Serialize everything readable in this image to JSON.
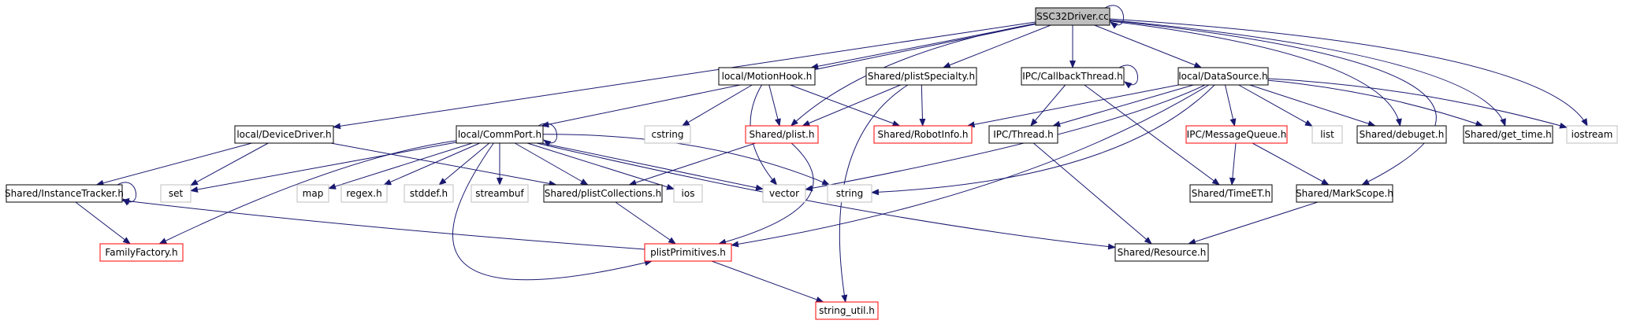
{
  "colors": {
    "edge": "#191970",
    "documented": "#000000",
    "truncated": "#ff0000",
    "external": "#bfbfbf",
    "root_fill": "#bfbfbf"
  },
  "nodes": {
    "ssc32driver_cc": {
      "label": "SSC32Driver.cc",
      "kind": "root"
    },
    "local_devicedriver_h": {
      "label": "local/DeviceDriver.h",
      "kind": "documented"
    },
    "local_commport_h": {
      "label": "local/CommPort.h",
      "kind": "documented"
    },
    "local_motionhook_h": {
      "label": "local/MotionHook.h",
      "kind": "documented"
    },
    "shared_plistspecialty_h": {
      "label": "Shared/plistSpecialty.h",
      "kind": "documented"
    },
    "ipc_callbackthread_h": {
      "label": "IPC/CallbackThread.h",
      "kind": "documented"
    },
    "local_datasource_h": {
      "label": "local/DataSource.h",
      "kind": "documented"
    },
    "shared_instancetracker_h": {
      "label": "Shared/InstanceTracker.h",
      "kind": "documented"
    },
    "set": {
      "label": "set",
      "kind": "external"
    },
    "map": {
      "label": "map",
      "kind": "external"
    },
    "regex_h": {
      "label": "regex.h",
      "kind": "external"
    },
    "stddef_h": {
      "label": "stddef.h",
      "kind": "external"
    },
    "streambuf": {
      "label": "streambuf",
      "kind": "external"
    },
    "shared_plistcollections_h": {
      "label": "Shared/plistCollections.h",
      "kind": "documented"
    },
    "ios": {
      "label": "ios",
      "kind": "external"
    },
    "vector": {
      "label": "vector",
      "kind": "external"
    },
    "string": {
      "label": "string",
      "kind": "external"
    },
    "cstring": {
      "label": "cstring",
      "kind": "external"
    },
    "shared_plist_h": {
      "label": "Shared/plist.h",
      "kind": "truncated"
    },
    "shared_robotinfo_h": {
      "label": "Shared/RobotInfo.h",
      "kind": "truncated"
    },
    "ipc_thread_h": {
      "label": "IPC/Thread.h",
      "kind": "documented"
    },
    "ipc_messagequeue_h": {
      "label": "IPC/MessageQueue.h",
      "kind": "truncated"
    },
    "list": {
      "label": "list",
      "kind": "external"
    },
    "shared_debuget_h": {
      "label": "Shared/debuget.h",
      "kind": "documented"
    },
    "shared_get_time_h": {
      "label": "Shared/get_time.h",
      "kind": "documented"
    },
    "iostream": {
      "label": "iostream",
      "kind": "external"
    },
    "familyfactory_h": {
      "label": "FamilyFactory.h",
      "kind": "truncated"
    },
    "plistprimitives_h": {
      "label": "plistPrimitives.h",
      "kind": "truncated"
    },
    "shared_timeet_h": {
      "label": "Shared/TimeET.h",
      "kind": "documented"
    },
    "shared_markscope_h": {
      "label": "Shared/MarkScope.h",
      "kind": "documented"
    },
    "shared_resource_h": {
      "label": "Shared/Resource.h",
      "kind": "documented"
    },
    "string_util_h": {
      "label": "string_util.h",
      "kind": "truncated"
    }
  },
  "edges": [
    [
      "ssc32driver_cc",
      "ssc32driver_cc"
    ],
    [
      "ssc32driver_cc",
      "local_devicedriver_h"
    ],
    [
      "ssc32driver_cc",
      "local_commport_h"
    ],
    [
      "ssc32driver_cc",
      "local_motionhook_h"
    ],
    [
      "ssc32driver_cc",
      "shared_plist_h"
    ],
    [
      "ssc32driver_cc",
      "shared_plistspecialty_h"
    ],
    [
      "ssc32driver_cc",
      "ipc_callbackthread_h"
    ],
    [
      "ssc32driver_cc",
      "local_datasource_h"
    ],
    [
      "ssc32driver_cc",
      "shared_debuget_h"
    ],
    [
      "ssc32driver_cc",
      "shared_get_time_h"
    ],
    [
      "ssc32driver_cc",
      "iostream"
    ],
    [
      "ssc32driver_cc",
      "shared_markscope_h"
    ],
    [
      "local_devicedriver_h",
      "shared_instancetracker_h"
    ],
    [
      "local_devicedriver_h",
      "set"
    ],
    [
      "local_devicedriver_h",
      "shared_plistcollections_h"
    ],
    [
      "local_commport_h",
      "local_commport_h"
    ],
    [
      "local_commport_h",
      "set"
    ],
    [
      "local_commport_h",
      "map"
    ],
    [
      "local_commport_h",
      "regex_h"
    ],
    [
      "local_commport_h",
      "stddef_h"
    ],
    [
      "local_commport_h",
      "streambuf"
    ],
    [
      "local_commport_h",
      "shared_plistcollections_h"
    ],
    [
      "local_commport_h",
      "ios"
    ],
    [
      "local_commport_h",
      "vector"
    ],
    [
      "local_commport_h",
      "string"
    ],
    [
      "local_commport_h",
      "familyfactory_h"
    ],
    [
      "local_commport_h",
      "plistprimitives_h"
    ],
    [
      "local_commport_h",
      "shared_resource_h"
    ],
    [
      "shared_instancetracker_h",
      "shared_instancetracker_h"
    ],
    [
      "shared_instancetracker_h",
      "familyfactory_h"
    ],
    [
      "plistprimitives_h",
      "shared_instancetracker_h"
    ],
    [
      "local_motionhook_h",
      "cstring"
    ],
    [
      "local_motionhook_h",
      "shared_plist_h"
    ],
    [
      "local_motionhook_h",
      "vector"
    ],
    [
      "local_motionhook_h",
      "shared_robotinfo_h"
    ],
    [
      "shared_plistspecialty_h",
      "shared_plist_h"
    ],
    [
      "shared_plistspecialty_h",
      "shared_robotinfo_h"
    ],
    [
      "shared_plistspecialty_h",
      "string_util_h"
    ],
    [
      "shared_plist_h",
      "shared_plistcollections_h"
    ],
    [
      "shared_plist_h",
      "plistprimitives_h"
    ],
    [
      "shared_plistcollections_h",
      "plistprimitives_h"
    ],
    [
      "plistprimitives_h",
      "string_util_h"
    ],
    [
      "ipc_callbackthread_h",
      "ipc_callbackthread_h"
    ],
    [
      "ipc_callbackthread_h",
      "ipc_thread_h"
    ],
    [
      "ipc_callbackthread_h",
      "shared_timeet_h"
    ],
    [
      "local_datasource_h",
      "shared_robotinfo_h"
    ],
    [
      "local_datasource_h",
      "ipc_thread_h"
    ],
    [
      "local_datasource_h",
      "ipc_messagequeue_h"
    ],
    [
      "local_datasource_h",
      "list"
    ],
    [
      "local_datasource_h",
      "shared_debuget_h"
    ],
    [
      "local_datasource_h",
      "shared_get_time_h"
    ],
    [
      "local_datasource_h",
      "iostream"
    ],
    [
      "local_datasource_h",
      "vector"
    ],
    [
      "local_datasource_h",
      "string"
    ],
    [
      "local_datasource_h",
      "plistprimitives_h"
    ],
    [
      "ipc_thread_h",
      "shared_resource_h"
    ],
    [
      "ipc_messagequeue_h",
      "shared_timeet_h"
    ],
    [
      "ipc_messagequeue_h",
      "shared_markscope_h"
    ],
    [
      "shared_markscope_h",
      "shared_resource_h"
    ]
  ]
}
